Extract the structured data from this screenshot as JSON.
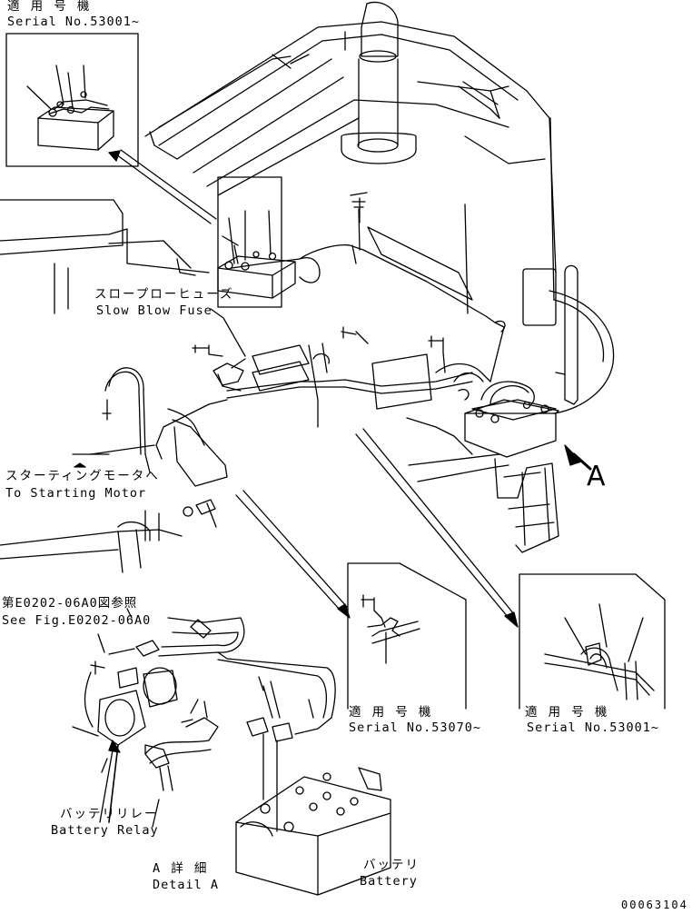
{
  "labels": {
    "inset_top_left_jp": "適 用 号 機",
    "inset_top_left_serial": "Serial No.53001~",
    "slow_blow_fuse_jp": "スロープローヒューズ",
    "slow_blow_fuse_en": "Slow Blow Fuse",
    "starting_motor_jp": "スターティングモータへ",
    "starting_motor_en": "To Starting Motor",
    "view_arrow_letter": "A",
    "see_fig_jp": "第E0202-06A0図参照",
    "see_fig_en": "See Fig.E0202-06A0",
    "inset_mid_jp": "適 用 号 機",
    "inset_mid_serial": "Serial No.53070~",
    "inset_right_jp": "適 用 号 機",
    "inset_right_serial": "Serial No.53001~",
    "battery_relay_jp": "バッテリリレー",
    "battery_relay_en": "Battery Relay",
    "detail_jp": "A 詳 細",
    "detail_en": "Detail A",
    "battery_jp": "バッテリ",
    "battery_en": "Battery",
    "part_number": "00063104"
  },
  "colors": {
    "line": "#000000",
    "background": "#ffffff"
  }
}
